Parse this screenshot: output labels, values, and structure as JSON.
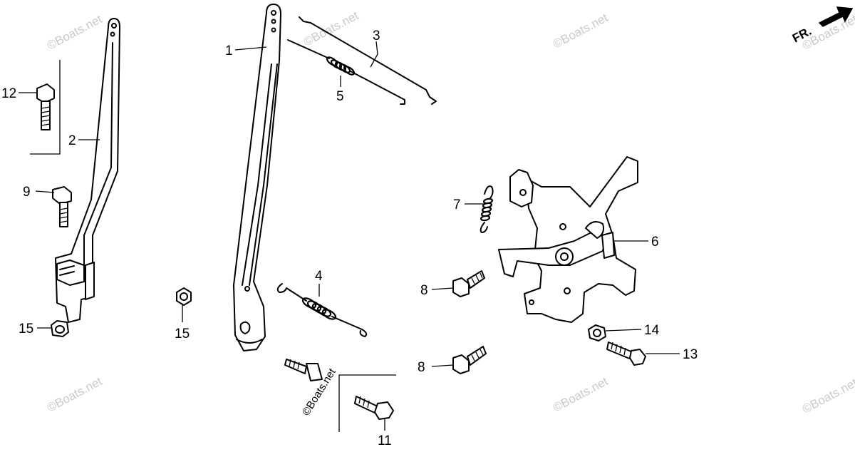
{
  "watermark_text": "©Boats.net",
  "direction_label": "FR.",
  "callouts": {
    "c1": "1",
    "c2": "2",
    "c3": "3",
    "c4": "4",
    "c5": "5",
    "c6": "6",
    "c7": "7",
    "c8a": "8",
    "c8b": "8",
    "c9": "9",
    "c11": "11",
    "c12": "12",
    "c13": "13",
    "c14": "14",
    "c15a": "15",
    "c15b": "15"
  }
}
